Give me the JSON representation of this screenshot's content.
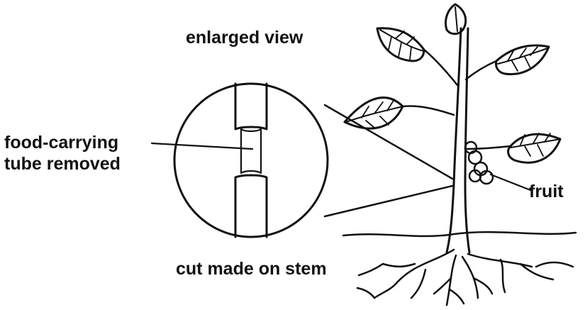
{
  "labels": {
    "enlarged_view": "enlarged view",
    "food_tube_line1": "food-carrying",
    "food_tube_line2": "tube removed",
    "cut_made": "cut made on stem",
    "fruit": "fruit"
  },
  "colors": {
    "ink": "#111111",
    "background": "#ffffff"
  }
}
